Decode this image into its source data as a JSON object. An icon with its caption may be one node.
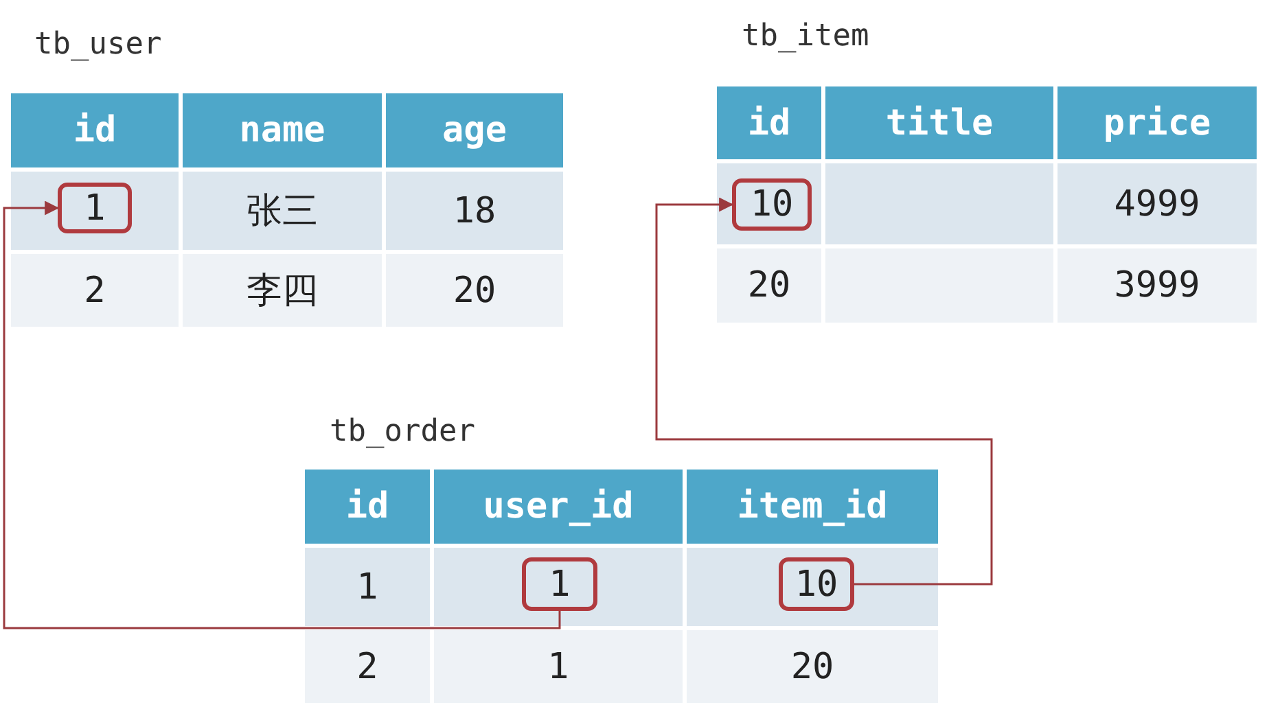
{
  "diagram": {
    "nodes": [
      {
        "text": [
          "tb_user"
        ]
      },
      {
        "text": [
          "id"
        ],
        "in": 0
      },
      {
        "text": [
          "name"
        ],
        "in": 0
      },
      {
        "text": [
          "age"
        ],
        "in": 0
      },
      {
        "text": [],
        "shape": "box",
        "in": 0
      },
      {
        "text": [
          "1"
        ],
        "in": 4
      },
      {
        "text": [
          "张三"
        ],
        "in": 0
      },
      {
        "text": [
          "18"
        ],
        "in": 0
      },
      {
        "text": [
          "2"
        ],
        "in": 0
      },
      {
        "text": [
          "李四"
        ],
        "in": 0
      },
      {
        "text": [
          "20"
        ],
        "in": 0
      },
      {
        "text": [
          "tb_item"
        ]
      },
      {
        "text": [
          "id"
        ],
        "in": 11
      },
      {
        "text": [
          "title"
        ],
        "in": 11
      },
      {
        "text": [
          "price"
        ],
        "in": 11
      },
      {
        "text": [],
        "shape": "box",
        "in": 11
      },
      {
        "text": [
          "10"
        ],
        "in": 15
      },
      {
        "text": [],
        "shape": "box",
        "in": 11
      },
      {
        "text": [
          "4999"
        ],
        "in": 11
      },
      {
        "text": [
          "20"
        ],
        "in": 11
      },
      {
        "text": [],
        "shape": "box",
        "in": 11
      },
      {
        "text": [
          "3999"
        ],
        "in": 11
      },
      {
        "text": [
          "tb_order"
        ]
      },
      {
        "text": [
          "id"
        ],
        "in": 22
      },
      {
        "text": [
          "user_id"
        ],
        "in": 22
      },
      {
        "text": [
          "item_id"
        ],
        "in": 22
      },
      {
        "text": [
          "1"
        ],
        "in": 22
      },
      {
        "text": [],
        "shape": "box",
        "in": 22
      },
      {
        "text": [
          "1"
        ],
        "in": 27
      },
      {
        "text": [],
        "shape": "box",
        "in": 22
      },
      {
        "text": [
          "10"
        ],
        "in": 29
      },
      {
        "text": [
          "2"
        ],
        "in": 22
      },
      {
        "text": [
          "1"
        ],
        "in": 22
      },
      {
        "text": [
          "20"
        ],
        "in": 22
      }
    ],
    "edges": [
      {
        "from": 28,
        "to": 5,
        "arrow": "to"
      },
      {
        "from": 30,
        "to": 16,
        "arrow": "to"
      }
    ]
  }
}
